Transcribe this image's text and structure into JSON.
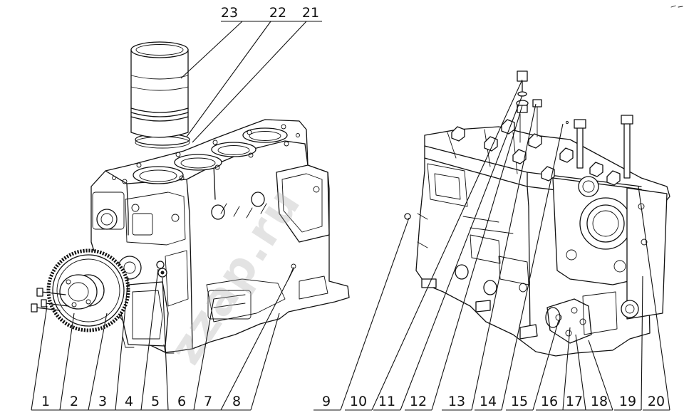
{
  "watermark": "zzap.ru",
  "callouts_bottom": [
    {
      "label": "1"
    },
    {
      "label": "2"
    },
    {
      "label": "3"
    },
    {
      "label": "4"
    },
    {
      "label": "5"
    },
    {
      "label": "6"
    },
    {
      "label": "7"
    },
    {
      "label": "8"
    },
    {
      "label": "9"
    },
    {
      "label": "10"
    },
    {
      "label": "11"
    },
    {
      "label": "12"
    },
    {
      "label": "13"
    },
    {
      "label": "14"
    },
    {
      "label": "15"
    },
    {
      "label": "16"
    },
    {
      "label": "17"
    },
    {
      "label": "18"
    },
    {
      "label": "19"
    },
    {
      "label": "20"
    }
  ],
  "callouts_top": [
    {
      "label": "23"
    },
    {
      "label": "22"
    },
    {
      "label": "21"
    }
  ]
}
